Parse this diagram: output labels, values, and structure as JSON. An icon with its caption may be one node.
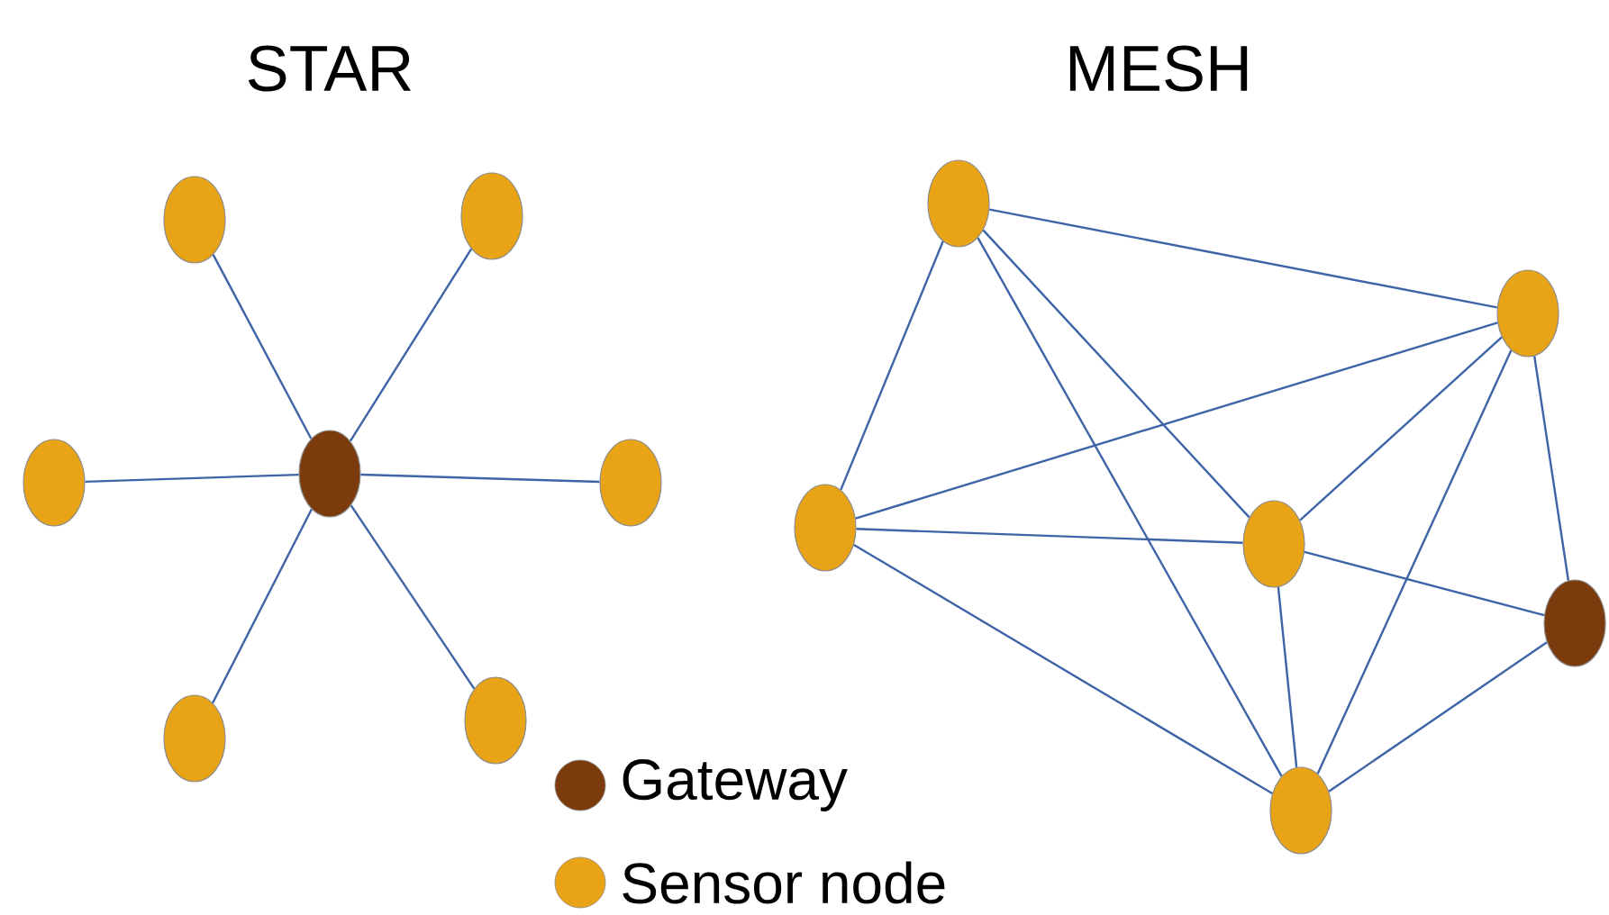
{
  "diagram": {
    "nodes": [
      {
        "text": [],
        "shape": "circle"
      },
      {
        "text": [],
        "shape": "circle"
      },
      {
        "text": [],
        "shape": "circle"
      },
      {
        "text": [],
        "shape": "circle"
      },
      {
        "text": [],
        "shape": "circle"
      },
      {
        "text": [],
        "shape": "circle"
      },
      {
        "text": [],
        "shape": "circle"
      },
      {
        "text": [],
        "shape": "circle"
      },
      {
        "text": [],
        "shape": "circle"
      },
      {
        "text": [],
        "shape": "circle"
      },
      {
        "text": [],
        "shape": "circle"
      },
      {
        "text": [],
        "shape": "circle"
      },
      {
        "text": [],
        "shape": "circle"
      }
    ],
    "edges": [
      {
        "from": 0,
        "to": 1,
        "arrow": "none"
      },
      {
        "from": 0,
        "to": 2,
        "arrow": "none"
      },
      {
        "from": 0,
        "to": 3,
        "arrow": "none"
      },
      {
        "from": 0,
        "to": 4,
        "arrow": "none"
      },
      {
        "from": 0,
        "to": 5,
        "arrow": "none"
      },
      {
        "from": 0,
        "to": 6,
        "arrow": "none"
      },
      {
        "from": 7,
        "to": 8,
        "arrow": "none"
      },
      {
        "from": 7,
        "to": 9,
        "arrow": "none"
      },
      {
        "from": 7,
        "to": 10,
        "arrow": "none"
      },
      {
        "from": 7,
        "to": 11,
        "arrow": "none"
      },
      {
        "from": 9,
        "to": 8,
        "arrow": "none"
      },
      {
        "from": 9,
        "to": 10,
        "arrow": "none"
      },
      {
        "from": 9,
        "to": 11,
        "arrow": "none"
      },
      {
        "from": 10,
        "to": 8,
        "arrow": "none"
      },
      {
        "from": 10,
        "to": 12,
        "arrow": "none"
      },
      {
        "from": 10,
        "to": 11,
        "arrow": "none"
      },
      {
        "from": 8,
        "to": 11,
        "arrow": "none"
      },
      {
        "from": 8,
        "to": 12,
        "arrow": "none"
      },
      {
        "from": 12,
        "to": 11,
        "arrow": "none"
      }
    ],
    "labels": [
      "STAR",
      "MESH"
    ],
    "legend": [
      {
        "text": "Gateway",
        "color": "#7b3b0c"
      },
      {
        "text": "Sensor node",
        "color": "#e8a317"
      }
    ]
  }
}
